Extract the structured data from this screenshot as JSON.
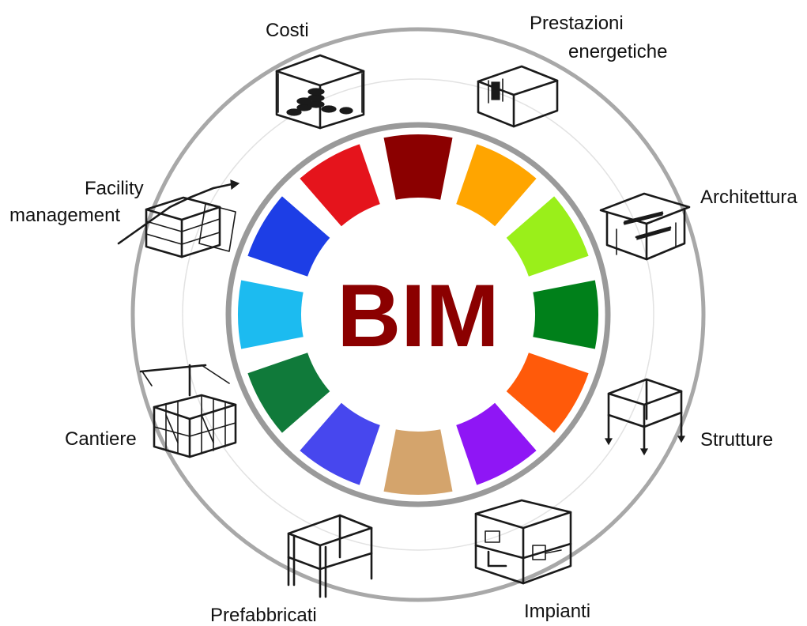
{
  "center": {
    "text": "BIM",
    "color": "#8b0000"
  },
  "segment_colors": [
    "#8b0000",
    "#ffa500",
    "#9aef1a",
    "#00801a",
    "#ff5a0a",
    "#8f16f5",
    "#d4a46c",
    "#4747ee",
    "#107a3a",
    "#1cbbf0",
    "#1d3ee6",
    "#e5141c"
  ],
  "ring_colors": {
    "outer": "#a8a8a8",
    "inner": "#9a9a9a",
    "faint": "#e2e2e2"
  },
  "labels": {
    "costi": "Costi",
    "prestazioni": [
      "Prestazioni",
      "energetiche"
    ],
    "architettura": "Architettura",
    "strutture": "Strutture",
    "impianti": "Impianti",
    "prefabbricati": "Prefabbricati",
    "cantiere": "Cantiere",
    "facility": [
      "Facility",
      "management"
    ]
  }
}
